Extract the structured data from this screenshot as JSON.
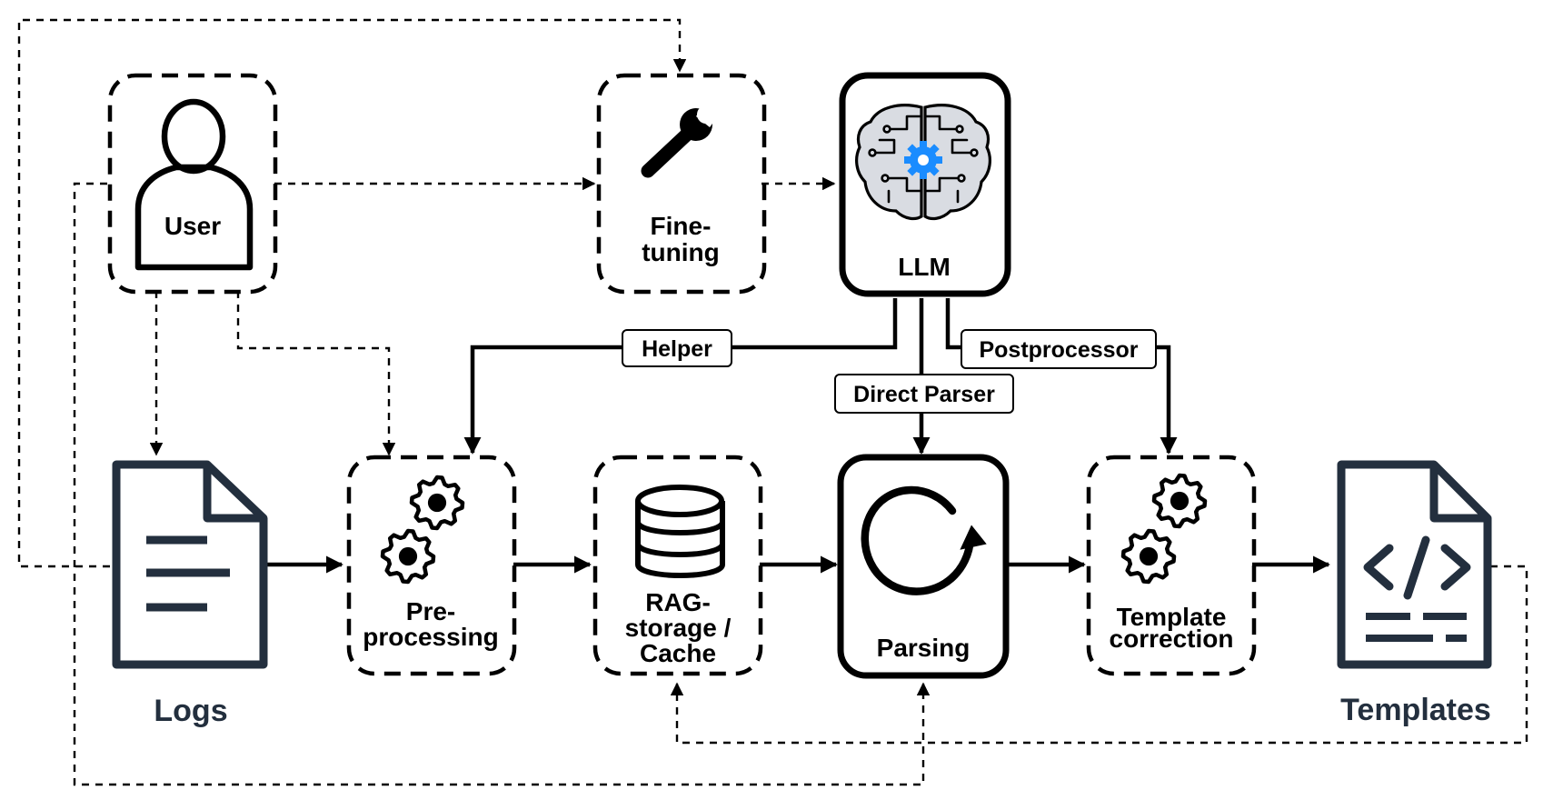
{
  "colors": {
    "ink": "#000000",
    "navy": "#232f3e",
    "brain_fill": "#d9dce2",
    "gear_blue": "#1a8cff"
  },
  "nodes": {
    "user": {
      "label": "User",
      "icon": "user-icon"
    },
    "finetuning": {
      "line1": "Fine-",
      "line2": "tuning",
      "icon": "wrench-icon"
    },
    "llm": {
      "label": "LLM",
      "icon": "brain-gear-icon"
    },
    "logs": {
      "label": "Logs",
      "icon": "text-document-icon"
    },
    "preprocessing": {
      "line1": "Pre-",
      "line2": "processing",
      "icon": "gears-icon"
    },
    "rag": {
      "line1": "RAG-",
      "line2": "storage /",
      "line3": "Cache",
      "icon": "database-icon"
    },
    "parsing": {
      "label": "Parsing",
      "icon": "refresh-icon"
    },
    "correction": {
      "line1": "Template",
      "line2": "correction",
      "icon": "gears-icon"
    },
    "templates": {
      "label": "Templates",
      "icon": "code-document-icon"
    }
  },
  "edge_labels": {
    "helper": "Helper",
    "direct_parser": "Direct Parser",
    "postprocessor": "Postprocessor"
  }
}
